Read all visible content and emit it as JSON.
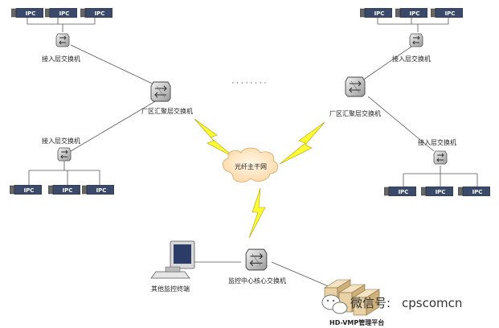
{
  "ipc_label": "IPC",
  "labels": {
    "access_switch_tl": "接入层交换机",
    "access_switch_tr": "接入层交换机",
    "access_switch_ml": "接入层交换机",
    "access_switch_mr": "接入层交换机",
    "agg_switch_left": "厂区汇聚层交换机",
    "agg_switch_right": "厂区汇聚层交换机",
    "backbone": "光纤主干网",
    "core_switch": "监控中心核心交换机",
    "other_terminal": "其他监控终端",
    "platform": "HD-VMP管理平台",
    "ellipsis": "· · · · · · · ·"
  },
  "watermark": {
    "prefix": "微信号:",
    "account": "cpscomcn"
  },
  "colors": {
    "ipc_fill": "#3b4a6b",
    "switch_fill": "#d9d9d9",
    "lightning": "#ffff33",
    "cloud": "#ffe9c9"
  }
}
